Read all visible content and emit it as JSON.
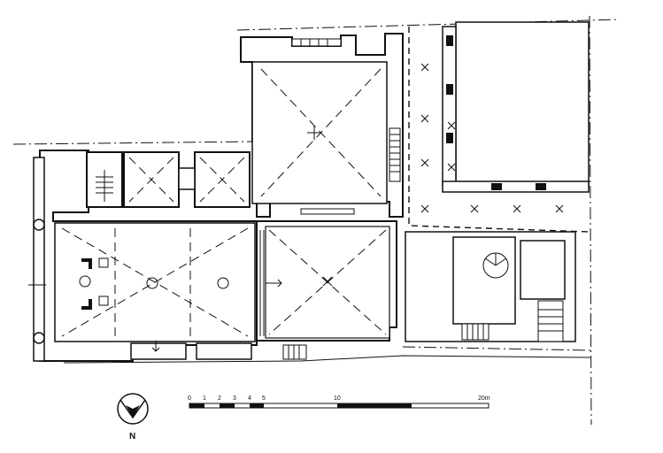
{
  "north": {
    "label": "N"
  },
  "scale": {
    "ticks": [
      "0",
      "1",
      "2",
      "3",
      "4",
      "5",
      "10",
      "20m"
    ]
  }
}
